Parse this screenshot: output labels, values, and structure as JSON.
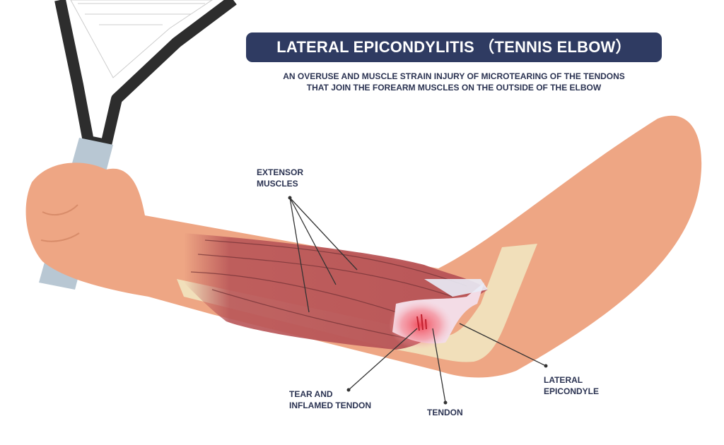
{
  "title": "LATERAL EPICONDYLITIS （TENNIS ELBOW）",
  "subtitle": "AN OVERUSE AND MUSCLE STRAIN INJURY OF MICROTEARING OF THE TENDONS THAT JOIN THE FOREARM MUSCLES ON THE OUTSIDE OF THE ELBOW",
  "labels": {
    "extensor_line1": "EXTENSOR",
    "extensor_line2": "MUSCLES",
    "tear_line1": "TEAR AND",
    "tear_line2": "INFLAMED TENDON",
    "tendon": "TENDON",
    "epicondyle_line1": "LATERAL",
    "epicondyle_line2": "EPICONDYLE"
  },
  "colors": {
    "title_bg": "#2f3b62",
    "text": "#2b3352",
    "skin": "#eea684",
    "muscle": "#b95658",
    "bone": "#f1e6c0",
    "inflammation": "#f03a4a"
  }
}
